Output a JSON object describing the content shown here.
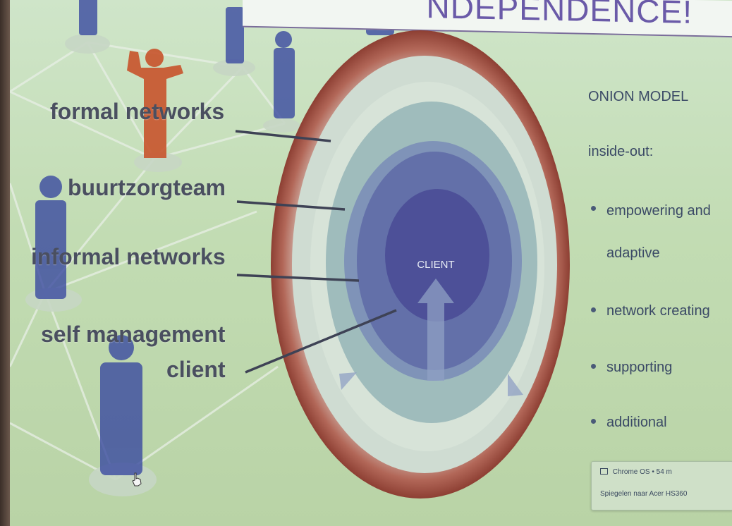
{
  "banner": {
    "text": "NDEPENDENCE!"
  },
  "diagram": {
    "labels": {
      "formal": "formal networks",
      "team": "buurtzorgteam",
      "informal": "informal networks",
      "self_line1": "self management",
      "self_line2": "client"
    },
    "center": "CLIENT"
  },
  "sidebar": {
    "title": "ONION MODEL",
    "subtitle": "inside-out:",
    "items": [
      {
        "line1": "empowering and",
        "line2": "adaptive"
      },
      {
        "line1": "network creating"
      },
      {
        "line1": "supporting"
      },
      {
        "line1": "additional"
      }
    ]
  },
  "notification": {
    "source": "Chrome OS",
    "separator": "•",
    "time": "54 m",
    "message": "Spiegelen naar Acer HS360"
  },
  "colors": {
    "onion_skin": "#a8574a",
    "ring_outer": "#d7e3d8",
    "ring_2": "#9fbcbc",
    "ring_3": "#7f93b8",
    "ring_4": "#6370a9",
    "core": "#4d5098",
    "person_blue": "#3a4aa0",
    "person_red": "#c8542c"
  }
}
